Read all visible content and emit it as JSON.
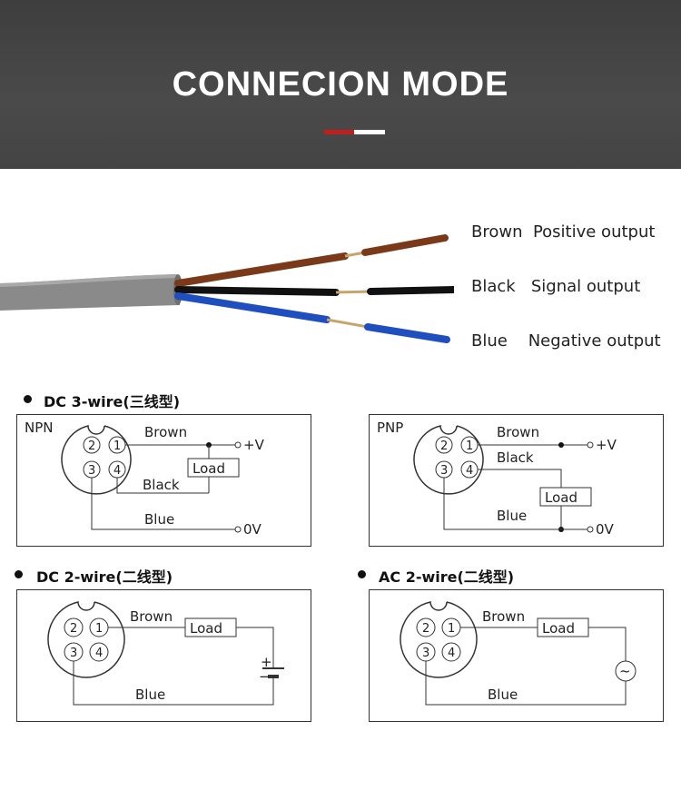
{
  "header": {
    "title": "CONNECION MODE"
  },
  "cable_labels": [
    {
      "text": "Brown  Positive output"
    },
    {
      "text": "Black   Signal output"
    },
    {
      "text": "Blue    Negative output"
    }
  ],
  "sections": {
    "dc3": "DC 3-wire(三线型)",
    "dc2": "DC 2-wire(二线型)",
    "ac2": "AC 2-wire(二线型)"
  },
  "npn": {
    "type": "NPN",
    "brown": "Brown",
    "black": "Black",
    "blue": "Blue",
    "load": "Load",
    "vplus": "+V",
    "zero": "0V"
  },
  "pnp": {
    "type": "PNP",
    "brown": "Brown",
    "black": "Black",
    "blue": "Blue",
    "load": "Load",
    "vplus": "+V",
    "zero": "0V"
  },
  "dc2d": {
    "brown": "Brown",
    "blue": "Blue",
    "load": "Load",
    "plus": "+",
    "minus": "−"
  },
  "ac2d": {
    "brown": "Brown",
    "blue": "Blue",
    "load": "Load",
    "source": "~"
  },
  "pins": [
    "1",
    "2",
    "3",
    "4"
  ],
  "colors": {
    "header_bg": "#444444",
    "accent_red": "#c0201c",
    "wire_brown": "#7a3a1a",
    "wire_black": "#111111",
    "wire_blue": "#1f4fbf",
    "cable_gray": "#8a8a8a"
  }
}
